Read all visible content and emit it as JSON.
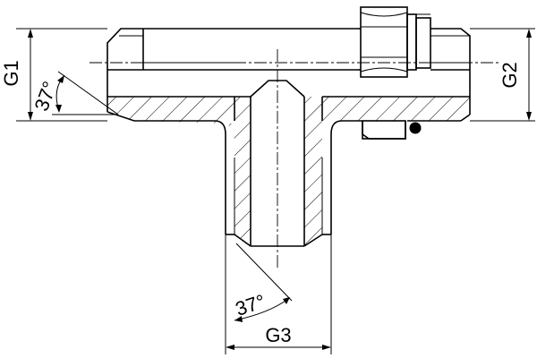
{
  "labels": {
    "g1": "G1",
    "g2": "G2",
    "g3": "G3",
    "angle_left": "37°",
    "angle_bottom": "37°"
  }
}
